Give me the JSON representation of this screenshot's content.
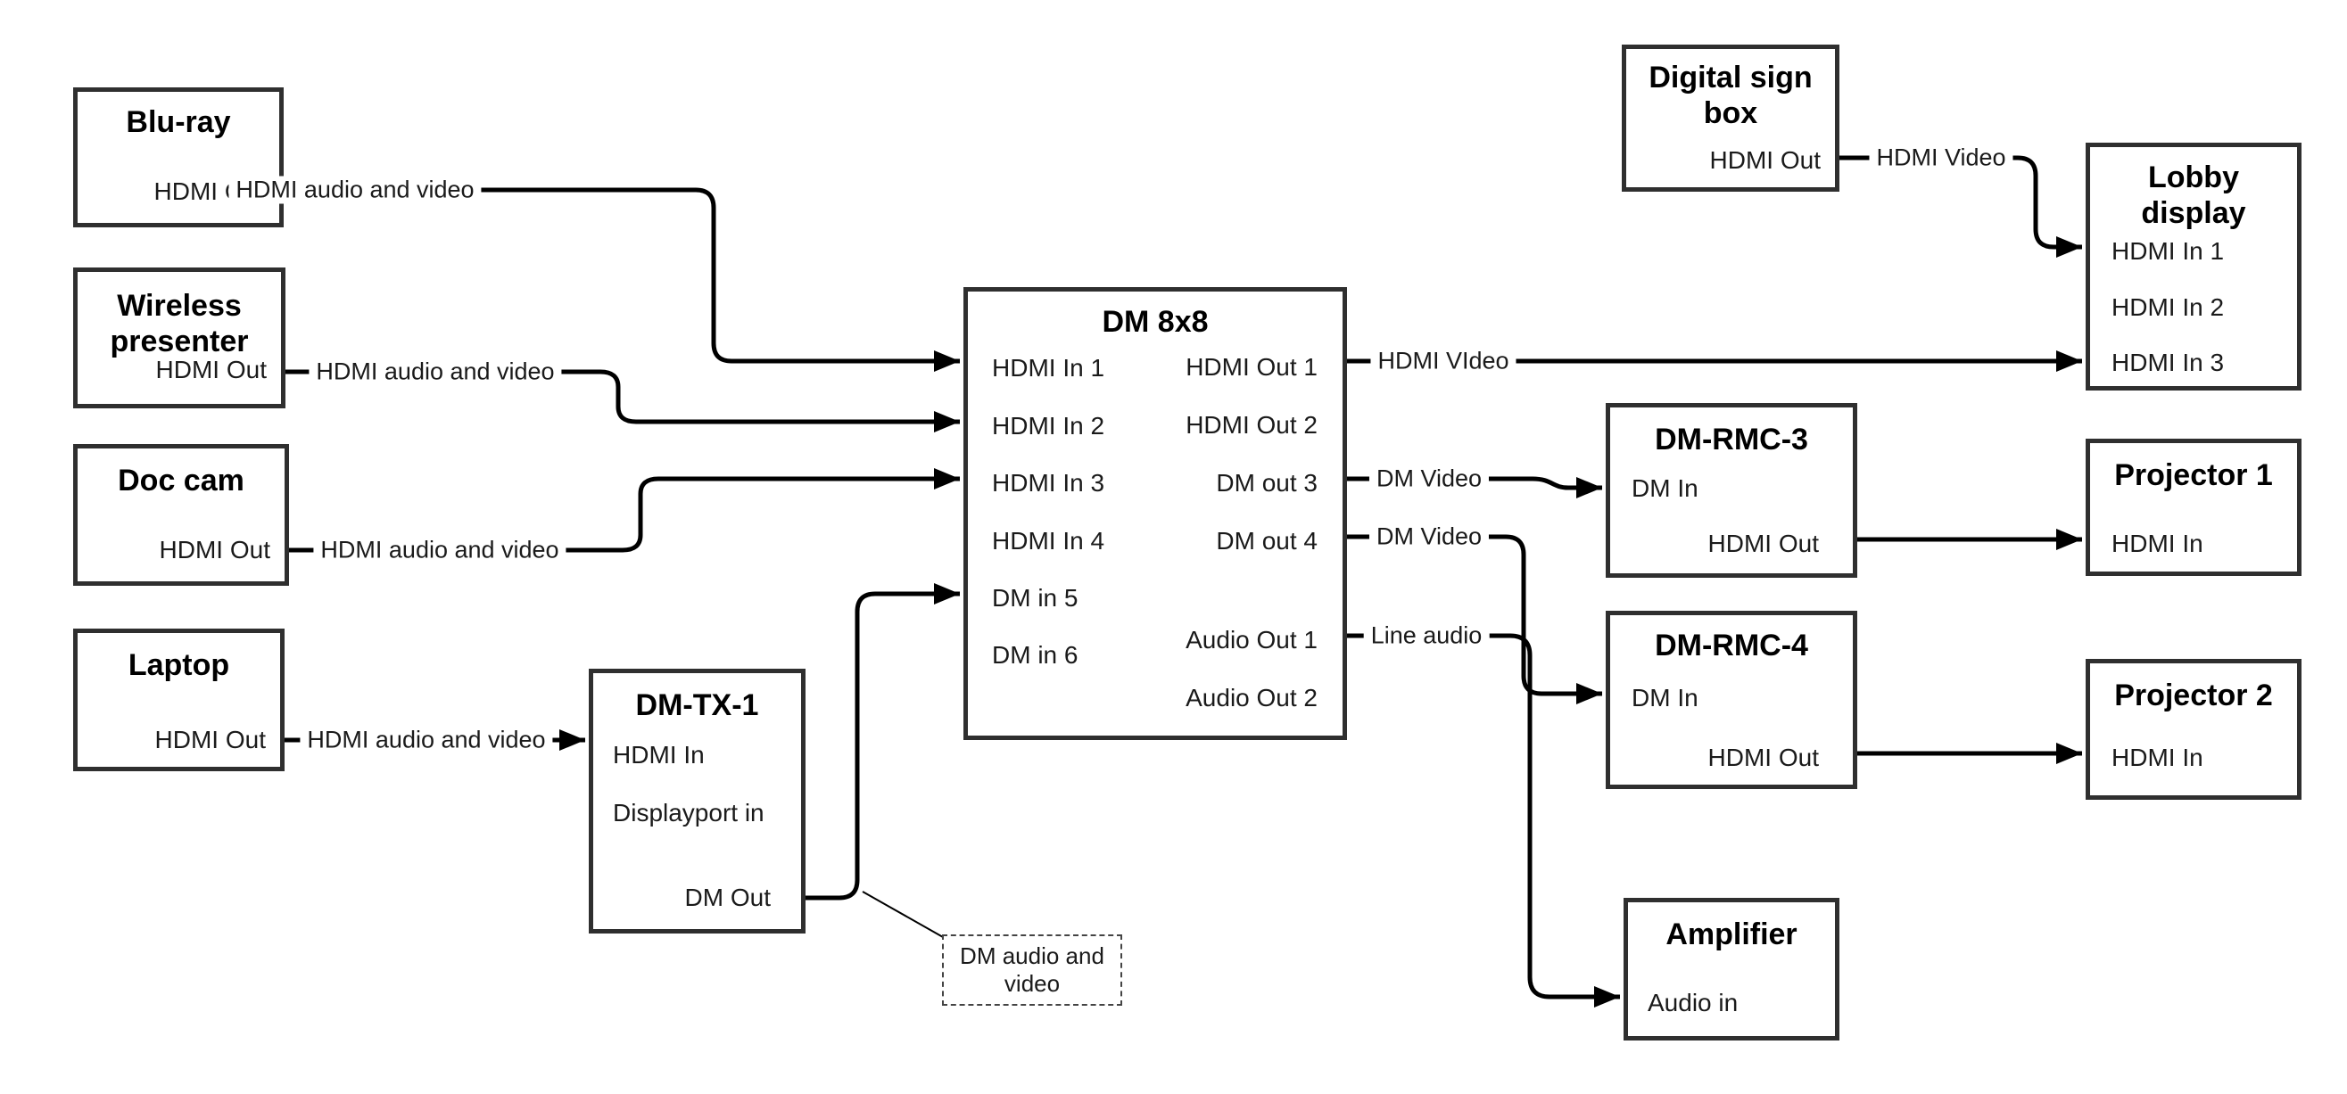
{
  "diagram_type": "av-signal-flow",
  "colors": {
    "background": "#ffffff",
    "line": "#000000",
    "box_border": "#2f2f2f",
    "text": "#1a1a1a"
  },
  "nodes": {
    "bluray": {
      "title": "Blu-ray",
      "hdmi_out": "HDMI Out"
    },
    "wireless": {
      "title": "Wireless presenter",
      "hdmi_out": "HDMI Out"
    },
    "doc_cam": {
      "title": "Doc cam",
      "hdmi_out": "HDMI Out"
    },
    "laptop": {
      "title": "Laptop",
      "hdmi_out": "HDMI Out"
    },
    "dm_tx_1": {
      "title": "DM-TX-1",
      "hdmi_in": "HDMI In",
      "displayport_in": "Displayport in",
      "dm_out": "DM Out"
    },
    "dm_8x8": {
      "title": "DM 8x8",
      "hdmi_in_1": "HDMI In 1",
      "hdmi_in_2": "HDMI In 2",
      "hdmi_in_3": "HDMI In 3",
      "hdmi_in_4": "HDMI In 4",
      "dm_in_5": "DM in 5",
      "dm_in_6": "DM in 6",
      "hdmi_out_1": "HDMI Out 1",
      "hdmi_out_2": "HDMI Out 2",
      "dm_out_3": "DM out 3",
      "dm_out_4": "DM out 4",
      "audio_out_1": "Audio Out 1",
      "audio_out_2": "Audio Out 2"
    },
    "digital_sign_box": {
      "title": "Digital sign box",
      "hdmi_out": "HDMI Out"
    },
    "lobby_display": {
      "title": "Lobby display",
      "hdmi_in_1": "HDMI In 1",
      "hdmi_in_2": "HDMI In 2",
      "hdmi_in_3": "HDMI In 3"
    },
    "dm_rmc_3": {
      "title": "DM-RMC-3",
      "dm_in": "DM In",
      "hdmi_out": "HDMI Out"
    },
    "projector_1": {
      "title": "Projector 1",
      "hdmi_in": "HDMI In"
    },
    "dm_rmc_4": {
      "title": "DM-RMC-4",
      "dm_in": "DM In",
      "hdmi_out": "HDMI Out"
    },
    "projector_2": {
      "title": "Projector 2",
      "hdmi_in": "HDMI In"
    },
    "amplifier": {
      "title": "Amplifier",
      "audio_in": "Audio in"
    }
  },
  "connections": [
    {
      "from": "Blu-ray HDMI Out",
      "to": "DM 8x8 HDMI In 1",
      "label": "HDMI audio and video"
    },
    {
      "from": "Wireless presenter HDMI Out",
      "to": "DM 8x8 HDMI In 2",
      "label": "HDMI audio and video"
    },
    {
      "from": "Doc cam HDMI Out",
      "to": "DM 8x8 HDMI In 3",
      "label": "HDMI audio and video"
    },
    {
      "from": "Laptop HDMI Out",
      "to": "DM-TX-1 HDMI In",
      "label": "HDMI audio and video"
    },
    {
      "from": "DM-TX-1 DM Out",
      "to": "DM 8x8 DM in 5",
      "label": ""
    },
    {
      "from": "DM 8x8 HDMI Out 1",
      "to": "Lobby display HDMI In 3",
      "label": "HDMI VIdeo"
    },
    {
      "from": "DM 8x8 DM out 3",
      "to": "DM-RMC-3 DM In",
      "label": "DM Video"
    },
    {
      "from": "DM 8x8 DM out 4",
      "to": "DM-RMC-4 DM In",
      "label": "DM Video"
    },
    {
      "from": "DM 8x8 Audio Out 1",
      "to": "Amplifier Audio in",
      "label": "Line audio"
    },
    {
      "from": "Digital sign box HDMI Out",
      "to": "Lobby display HDMI In 1",
      "label": "HDMI Video"
    },
    {
      "from": "DM-RMC-3 HDMI Out",
      "to": "Projector 1 HDMI In",
      "label": ""
    },
    {
      "from": "DM-RMC-4 HDMI Out",
      "to": "Projector 2 HDMI In",
      "label": ""
    }
  ],
  "note": {
    "text": "DM audio and video"
  }
}
